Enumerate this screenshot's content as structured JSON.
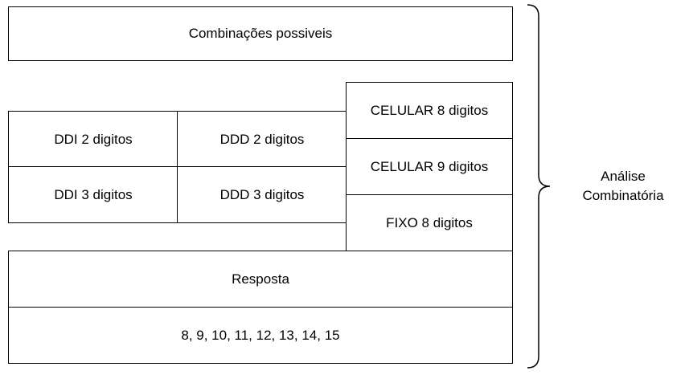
{
  "diagram": {
    "header": "Combinações possiveis",
    "ddi": [
      "DDI 2 digitos",
      "DDI 3 digitos"
    ],
    "ddd": [
      "DDD 2 digitos",
      "DDD 3 digitos"
    ],
    "phone_types": [
      "CELULAR 8 digitos",
      "CELULAR 9 digitos",
      "FIXO 8 digitos"
    ],
    "answer_label": "Resposta",
    "answer_values": "8, 9, 10, 11, 12, 13, 14, 15",
    "side_label_line1": "Análise",
    "side_label_line2": "Combinatória"
  }
}
